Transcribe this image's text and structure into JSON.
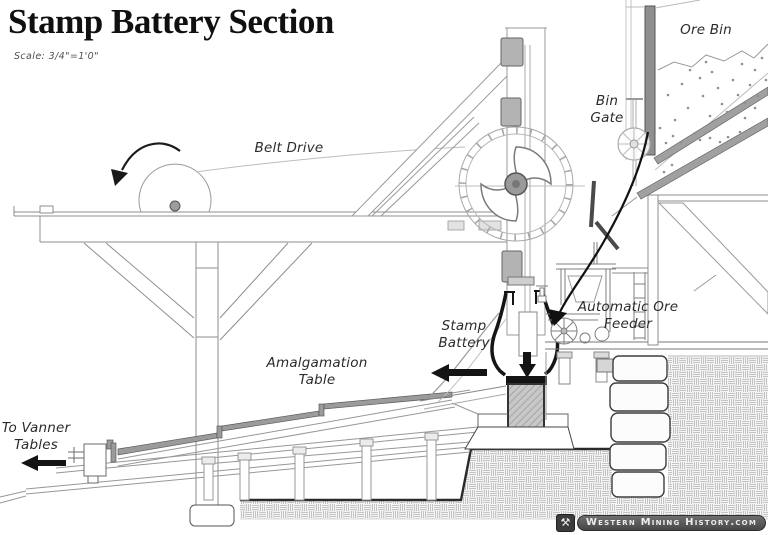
{
  "title": "Stamp Battery Section",
  "scale_note": "Scale: 3/4\"=1'0\"",
  "labels": {
    "belt_drive": "Belt Drive",
    "ore_bin": "Ore Bin",
    "bin_gate_line1": "Bin",
    "bin_gate_line2": "Gate",
    "auto_feeder_line1": "Automatic Ore",
    "auto_feeder_line2": "Feeder",
    "stamp_battery_line1": "Stamp",
    "stamp_battery_line2": "Battery",
    "amalgamation_line1": "Amalgamation",
    "amalgamation_line2": "Table",
    "vanner_line1": "To Vanner",
    "vanner_line2": "Tables"
  },
  "watermark": {
    "text": "Western Mining History.com",
    "icon_glyph": "⚒",
    "icon": "crossed-pick-hammer-icon"
  },
  "colors": {
    "linework": "#9a9a9a",
    "heavy_ink": "#141414",
    "steel_gray": "#9b9b9b",
    "ground_hatch": "#c6c6c6",
    "badge_bg": "#474747"
  }
}
